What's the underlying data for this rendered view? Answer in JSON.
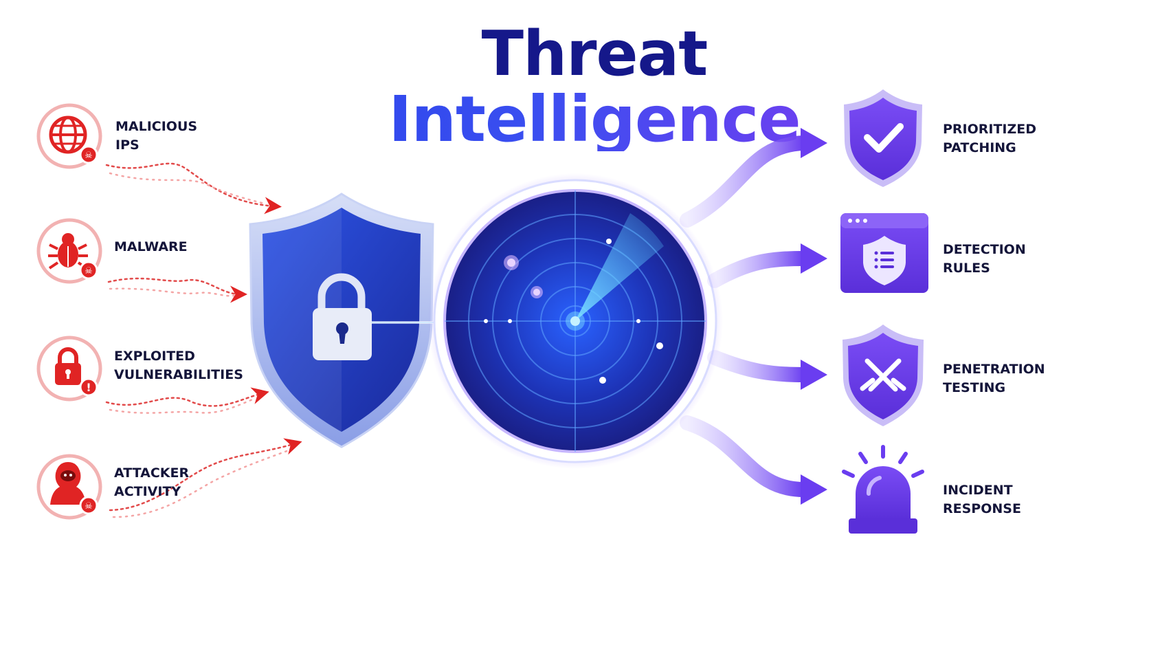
{
  "title": {
    "line1": "Threat",
    "line2": "Intelligence"
  },
  "threats": [
    {
      "line1": "MALICIOUS",
      "line2": "IPS",
      "icon": "globe-icon"
    },
    {
      "line1": "MALWARE",
      "line2": "",
      "icon": "bug-icon"
    },
    {
      "line1": "EXPLOITED",
      "line2": "VULNERABILITIES",
      "icon": "lock-alert-icon"
    },
    {
      "line1": "ATTACKER",
      "line2": "ACTIVITY",
      "icon": "hooded-attacker-icon"
    }
  ],
  "outcomes": [
    {
      "line1": "PRIORITIZED",
      "line2": "PATCHING",
      "icon": "check-shield-icon"
    },
    {
      "line1": "DETECTION",
      "line2": "RULES",
      "icon": "browser-shield-icon"
    },
    {
      "line1": "PENETRATION",
      "line2": "TESTING",
      "icon": "crossed-swords-shield-icon"
    },
    {
      "line1": "INCIDENT",
      "line2": "RESPONSE",
      "icon": "alarm-siren-icon"
    }
  ],
  "colors": {
    "threat_red": "#e02424",
    "outcome_purple": "#6b3df0",
    "title_navy": "#15188a",
    "shield_blue": "#1f3bbf",
    "radar_blue": "#1f2fa8"
  }
}
